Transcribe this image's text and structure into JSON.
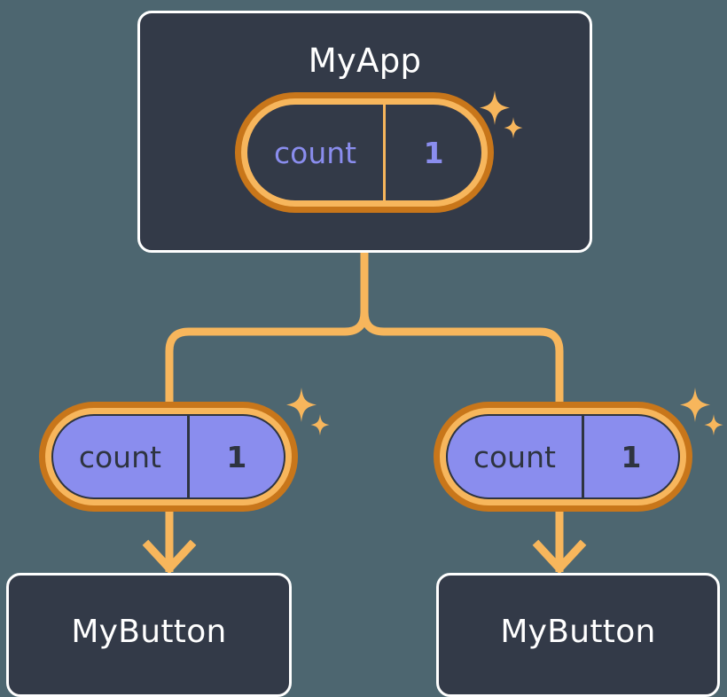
{
  "diagram": {
    "type": "component-state-tree",
    "background_color": "#4d6670",
    "card_color": "#333a48",
    "accent_orange_light": "#f7b65c",
    "accent_orange_dark": "#c8761a",
    "accent_periwinkle": "#8a8dee",
    "text_light": "#ffffff",
    "text_dark": "#2e3440"
  },
  "parent": {
    "title": "MyApp",
    "state": {
      "key": "count",
      "value": "1"
    },
    "sparkle": "sparkle-icon"
  },
  "children": [
    {
      "title": "MyButton",
      "state": {
        "key": "count",
        "value": "1"
      },
      "sparkle": "sparkle-icon"
    },
    {
      "title": "MyButton",
      "state": {
        "key": "count",
        "value": "1"
      },
      "sparkle": "sparkle-icon"
    }
  ],
  "connectors": {
    "branch_color": "#f7b65c",
    "arrow_color": "#f7b65c",
    "style": "rounded-elbow-tree"
  }
}
